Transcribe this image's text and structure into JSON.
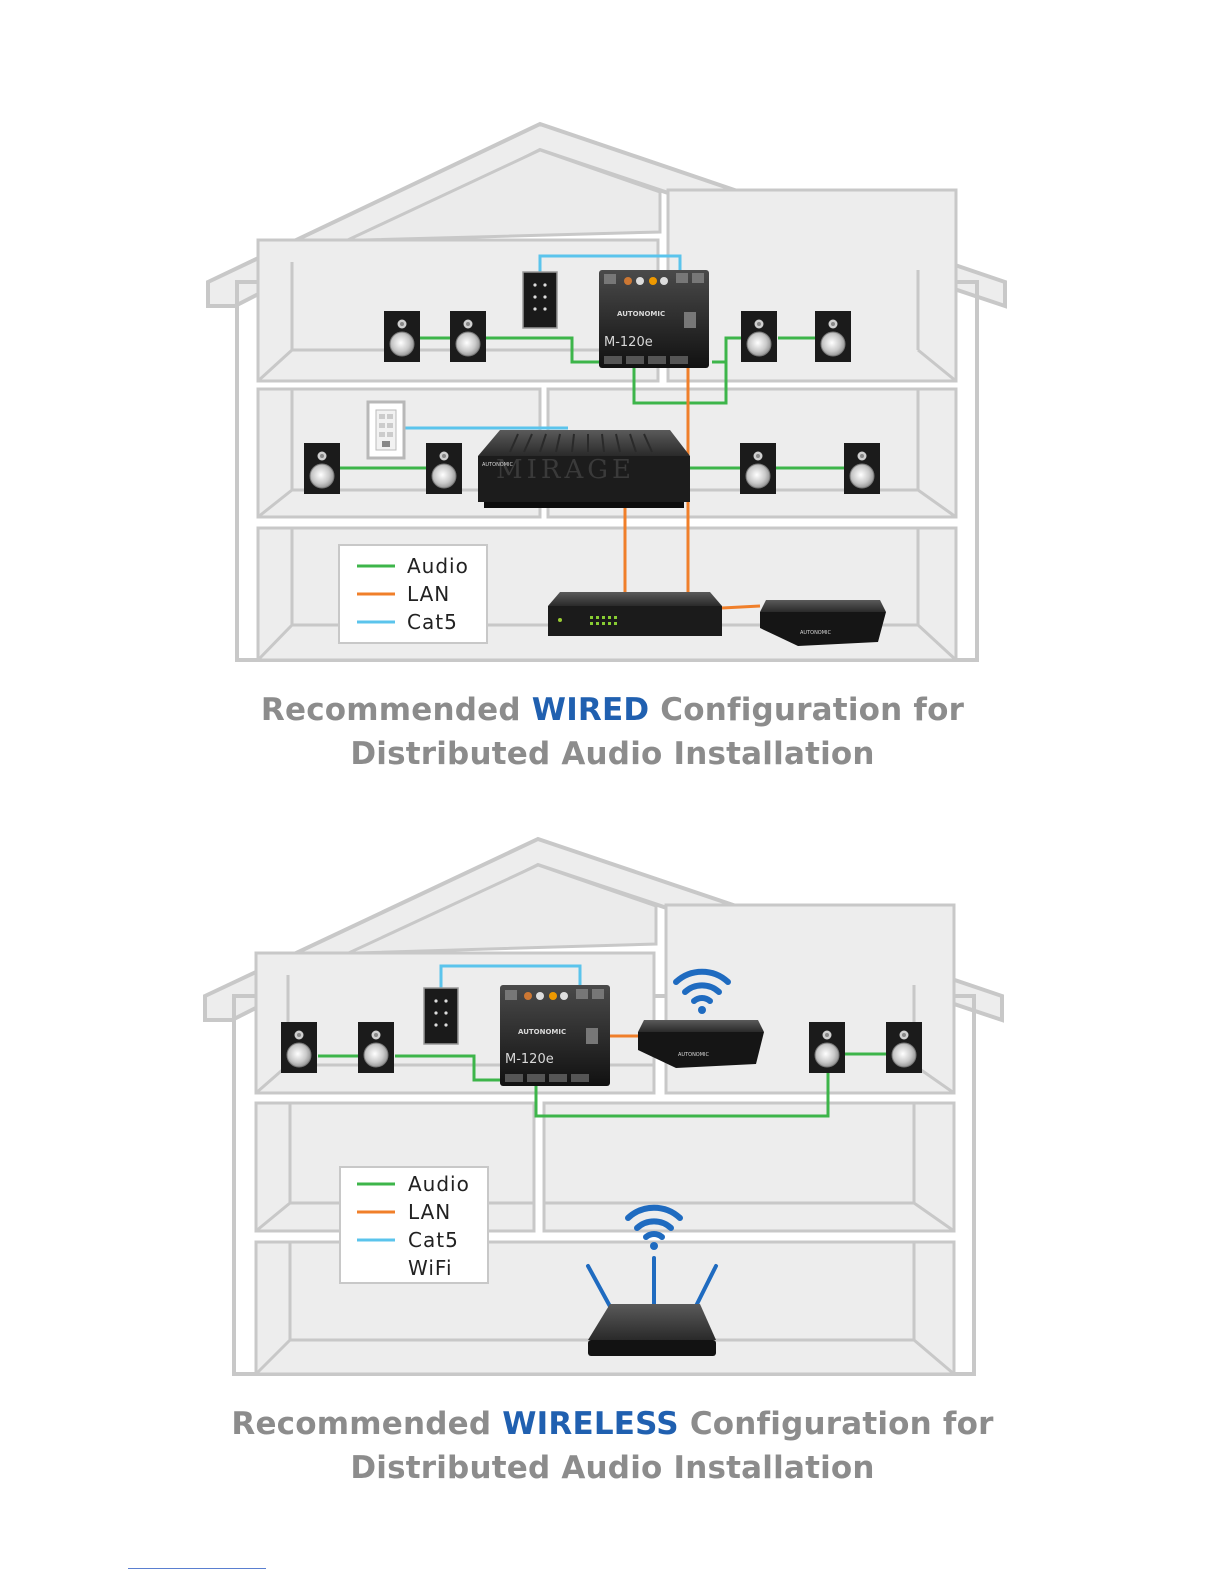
{
  "colors": {
    "audio": "#3db54a",
    "lan": "#f07f2a",
    "cat5": "#5bc4ec",
    "wifi": "#1f6bc0",
    "house_outline": "#c8c8c8",
    "house_fill": "#eeeeee",
    "caption_gray": "#8c8c8c",
    "caption_highlight": "#2060b0"
  },
  "wired_diagram": {
    "legend": {
      "items": [
        {
          "label": "Audio",
          "color_key": "audio"
        },
        {
          "label": "LAN",
          "color_key": "lan"
        },
        {
          "label": "Cat5",
          "color_key": "cat5"
        }
      ]
    },
    "devices": {
      "amp_brand": "AUTONOMIC",
      "amp_model": "M-120e",
      "mirage_brand": "MIRAGE",
      "mirage_small_brand": "AUTONOMIC"
    },
    "caption": {
      "line1_prefix": "Recommended ",
      "line1_highlight": "WIRED",
      "line1_suffix": " Configuration for",
      "line2": "Distributed Audio Installation"
    }
  },
  "wireless_diagram": {
    "legend": {
      "items": [
        {
          "label": "Audio",
          "color_key": "audio"
        },
        {
          "label": "LAN",
          "color_key": "lan"
        },
        {
          "label": "Cat5",
          "color_key": "cat5"
        },
        {
          "label": "WiFi",
          "color_key": "wifi"
        }
      ]
    },
    "devices": {
      "amp_brand": "AUTONOMIC",
      "amp_model": "M-120e"
    },
    "caption": {
      "line1_prefix": "Recommended ",
      "line1_highlight": "WIRELESS",
      "line1_suffix": " Configuration for",
      "line2": "Distributed Audio Installation"
    }
  }
}
